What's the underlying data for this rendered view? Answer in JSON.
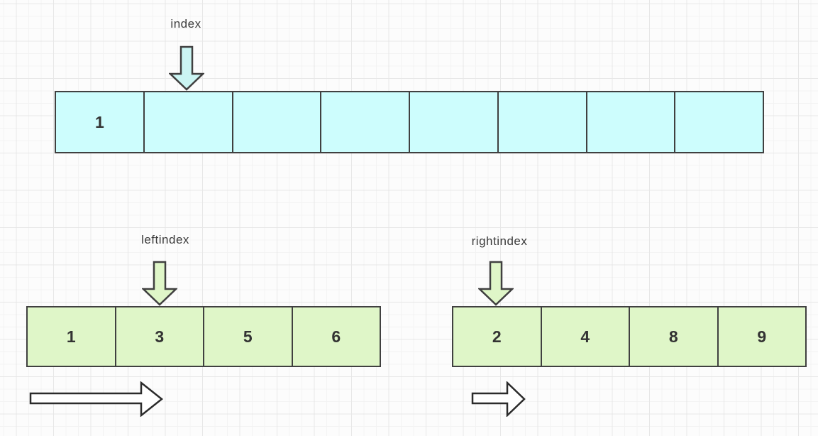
{
  "labels": {
    "index": "index",
    "leftindex": "leftindex",
    "rightindex": "rightindex"
  },
  "arrays": {
    "top": {
      "cells": [
        "1",
        "",
        "",
        "",
        "",
        "",
        "",
        ""
      ]
    },
    "left": {
      "cells": [
        "1",
        "3",
        "5",
        "6"
      ]
    },
    "right": {
      "cells": [
        "2",
        "4",
        "8",
        "9"
      ]
    }
  },
  "icons": {
    "index_pointer": "down-arrow-icon",
    "leftindex_pointer": "down-arrow-icon",
    "rightindex_pointer": "down-arrow-icon",
    "left_direction": "right-arrow-icon",
    "right_direction": "right-arrow-icon"
  },
  "colors": {
    "cyan_cell_fill": "#cdfdfd",
    "cyan_arrow_fill": "#cbf5f3",
    "green_fill": "#dff6c8",
    "shape_border": "#404040",
    "white_arrow_fill": "#ffffff",
    "white_arrow_border": "#2b2b2b",
    "text": "#333333",
    "grid_minor": "#f3f3f3",
    "grid_major": "#e7e7e7"
  }
}
